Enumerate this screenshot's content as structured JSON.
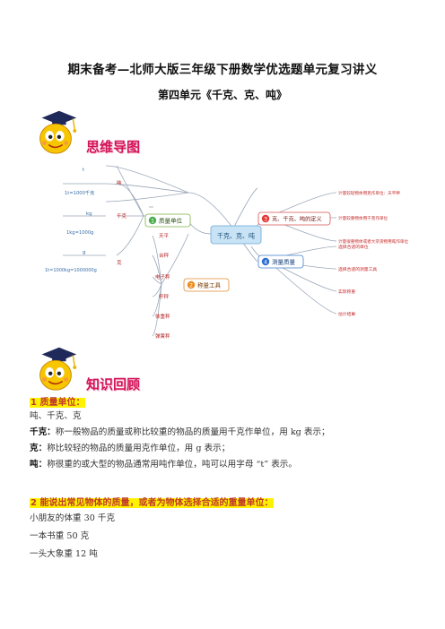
{
  "title": "期末备考—北师大版三年级下册数学优选题单元复习讲义",
  "subtitle": "第四单元《千克、克、吨》",
  "section1": {
    "label": "思维导图"
  },
  "mindmap": {
    "center": "千克、克、吨",
    "branches": {
      "units": {
        "num": "1",
        "label": "质量单位"
      },
      "tools": {
        "num": "2",
        "label": "称量工具"
      },
      "defs": {
        "num": "3",
        "label": "克、千克、吨的定义"
      },
      "method": {
        "num": "4",
        "label": "测量质量"
      }
    },
    "units_children": [
      {
        "unit": "t",
        "node": "吨",
        "rel": "1t=1000千克"
      },
      {
        "unit": "kg",
        "node": "千克",
        "rel": "1kg=1000g"
      },
      {
        "unit": "g",
        "node": "克",
        "rel": "1t=1000kg=1000000g"
      }
    ],
    "tools_children": [
      "天平",
      "台秤",
      "电子秤",
      "杆秤",
      "体重秤",
      "弹簧秤"
    ],
    "defs_children": [
      "计量较轻物体用克作单位：天平秤",
      "计量较重物体用千克作单位",
      "计量很重物体或者大宗货物用吨作单位"
    ],
    "method_children": [
      "选择合适的单位",
      "选择合适的测量工具",
      "实际称重",
      "估计结果"
    ]
  },
  "section2": {
    "label": "知识回顾"
  },
  "k1": {
    "heading": "1  质量单位：",
    "line0": "吨、千克、克",
    "line1_b": "千克：",
    "line1": "称一般物品的质量或称比较重的物品的质量用千克作单位，用 kg 表示；",
    "line2_b": "克：",
    "line2": "称比较轻的物品的质量用克作单位，用 g 表示；",
    "line3_b": "吨：",
    "line3": "称很重的或大型的物品通常用吨作单位，吨可以用字母 “t” 表示。"
  },
  "k2": {
    "heading": "2  能说出常见物体的质量，或者为物体选择合适的重量单位：",
    "lines": [
      "小朋友的体重  30 千克",
      "一本书重 50 克",
      "一头大象重 12 吨"
    ]
  }
}
